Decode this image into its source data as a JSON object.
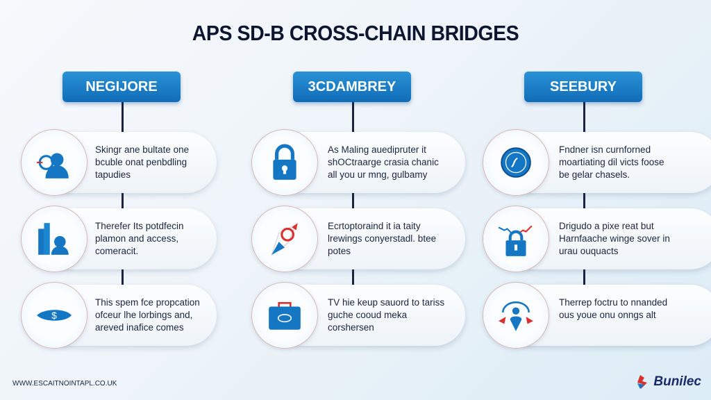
{
  "title": "APS SD-B CROSS-CHAIN BRIDGES",
  "columns": [
    {
      "header": "NEGIJORE",
      "items": [
        {
          "icon": "user-wheel-icon",
          "text": "Skingr ane bultate one bcuble onat penbdling tapudies"
        },
        {
          "icon": "building-user-icon",
          "text": "Therefer Its potdfecin plamon and access, comeracit."
        },
        {
          "icon": "dollar-bridge-icon",
          "text": "This spem fce propcation ofceur lhe lorbings and, areved inafice comes"
        }
      ]
    },
    {
      "header": "3CDAMBREY",
      "items": [
        {
          "icon": "lock-icon",
          "text": "As Maling auedipruter it shOCtraarge crasia chanic all you ur mng, gulbamy"
        },
        {
          "icon": "rocket-icon",
          "text": "Ecrtoptoraind it ia taity lrewings conyerstadl. btee potes"
        },
        {
          "icon": "briefcase-icon",
          "text": "TV hie keup sauord to tariss guche cooud meka corshersen"
        }
      ]
    },
    {
      "header": "SEEBURY",
      "items": [
        {
          "icon": "shield-badge-icon",
          "text": "Fndner isn curnforned moartiating dil victs foose be gelar chasels."
        },
        {
          "icon": "lock-chart-icon",
          "text": "Drigudo a pixe reat but Harnfaache winge sover in urau ouquacts"
        },
        {
          "icon": "user-arrows-icon",
          "text": "Therrep foctru to nnanded ous youe onu onngs alt"
        }
      ]
    }
  ],
  "footer": {
    "url": "WWW.ESCAITNOINTAPL.CO.UK",
    "brand": "Bunilec"
  },
  "colors": {
    "accent": "#1577c4",
    "red": "#d9312f",
    "dark": "#0d1630"
  }
}
